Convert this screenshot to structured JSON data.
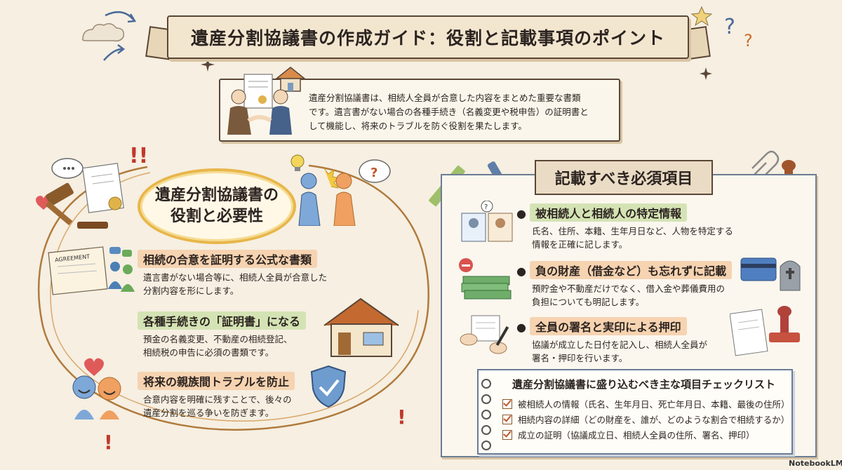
{
  "header": {
    "title": "遺産分割協議書の作成ガイド：役割と記載事項のポイント"
  },
  "intro": {
    "text_line1": "遺産分割協議書は、相続人全員が合意した内容をまとめた重要な書類",
    "text_line2": "です。遺言書がない場合の各種手続き（名義変更や税申告）の証明書と",
    "text_line3": "して機能し、将来のトラブルを防ぐ役割を果たします。"
  },
  "left": {
    "title_line1": "遺産分割協議書の",
    "title_line2": "役割と必要性",
    "agreement_label": "AGREEMENT",
    "items": [
      {
        "heading": "相続の合意を証明する公式な書類",
        "line1": "遺言書がない場合等に、相続人全員が合意した",
        "line2": "分割内容を形にします。"
      },
      {
        "heading": "各種手続きの「証明書」になる",
        "line1": "預金の名義変更、不動産の相続登記、",
        "line2": "相続税の申告に必須の書類です。"
      },
      {
        "heading": "将来の親族間トラブルを防止",
        "line1": "合意内容を明確に残すことで、後々の",
        "line2": "遺産分割を巡る争いを防ぎます。"
      }
    ]
  },
  "right": {
    "title": "記載すべき必須項目",
    "items": [
      {
        "bullet": "●",
        "heading": "被相続人と相続人の特定情報",
        "line1": "氏名、住所、本籍、生年月日など、人物を特定する",
        "line2": "情報を正確に記します。"
      },
      {
        "bullet": "●",
        "heading": "負の財産（借金など）も忘れずに記載",
        "line1": "預貯金や不動産だけでなく、借入金や葬儀費用の",
        "line2": "負担についても明記します。"
      },
      {
        "bullet": "●",
        "heading": "全員の署名と実印による押印",
        "line1": "協議が成立した日付を記入し、相続人全員が",
        "line2": "署名・押印を行います。"
      }
    ],
    "checklist": {
      "title": "遺産分割協議書に盛り込むべき主な項目チェックリスト",
      "rows": [
        "被相続人の情報（氏名、生年月日、死亡年月日、本籍、最後の住所）",
        "相続内容の詳細（どの財産を、誰が、どのような割合で相続するか）",
        "成立の証明（協議成立日、相続人全員の住所、署名、押印）"
      ]
    }
  },
  "footer": {
    "logo": "NotebookLM"
  },
  "colors": {
    "accent_gold": "#e8b64a",
    "orange": "#f6d3b1",
    "green": "#d4e3b4",
    "frame": "#5a4636"
  }
}
